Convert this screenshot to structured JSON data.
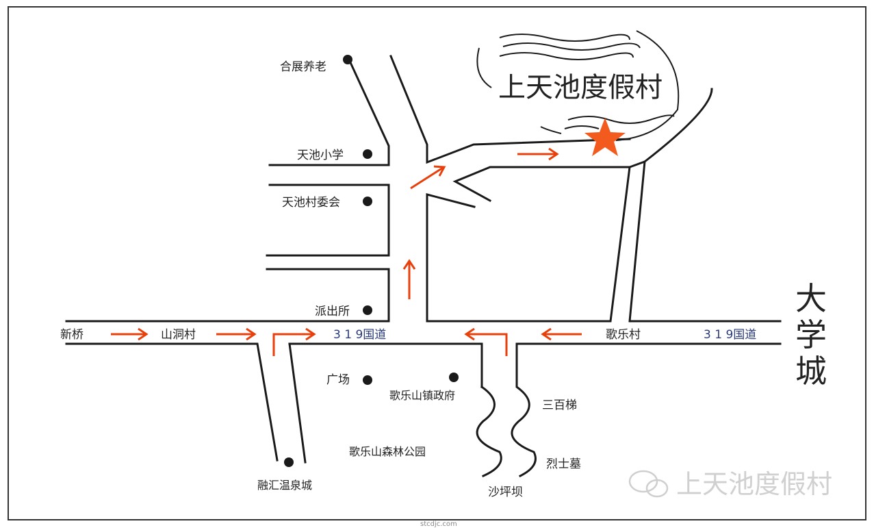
{
  "title": "上天池度假村",
  "watermark": {
    "text": "上天池度假村",
    "site": "stcdjc.com"
  },
  "colors": {
    "road": "#1a1a1a",
    "arrow": "#e8400c",
    "star": "#f25a1e",
    "route_label": "#2a3a7a",
    "watermark": "#cfcfcf"
  },
  "places": {
    "hezhan": "合展养老",
    "tianchi_school": "天池小学",
    "tianchi_village": "天池村委会",
    "police": "派出所",
    "xinqiao": "新桥",
    "shandong": "山洞村",
    "route319_west": "3 1 9国道",
    "route319_east": "3 1 9国道",
    "gelecun": "歌乐村",
    "university": "大学城",
    "plaza": "广场",
    "gov": "歌乐山镇政府",
    "forest_park": "歌乐山森林公园",
    "ronghui": "融汇温泉城",
    "shapingba": "沙坪坝",
    "sanbaiti": "三百梯",
    "lieshimu": "烈士墓"
  }
}
